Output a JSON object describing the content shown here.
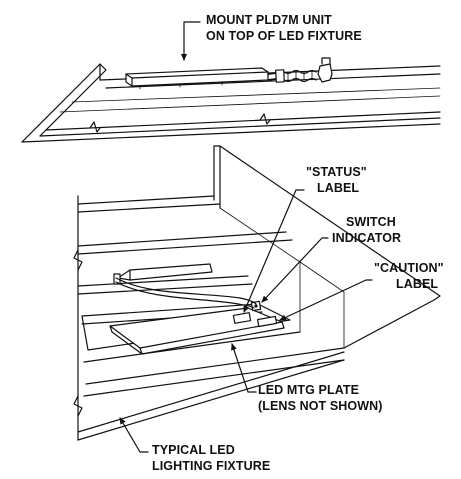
{
  "labels": {
    "mount_line1": "MOUNT PLD7M UNIT",
    "mount_line2": "ON TOP OF LED FIXTURE",
    "status_line1": "\"STATUS\"",
    "status_line2": "LABEL",
    "switch_line1": "SWITCH",
    "switch_line2": "INDICATOR",
    "caution_line1": "\"CAUTION\"",
    "caution_line2": "LABEL",
    "plate_line1": "LED MTG PLATE",
    "plate_line2": "(LENS NOT SHOWN)",
    "fixture_line1": "TYPICAL LED",
    "fixture_line2": "LIGHTING FIXTURE"
  }
}
